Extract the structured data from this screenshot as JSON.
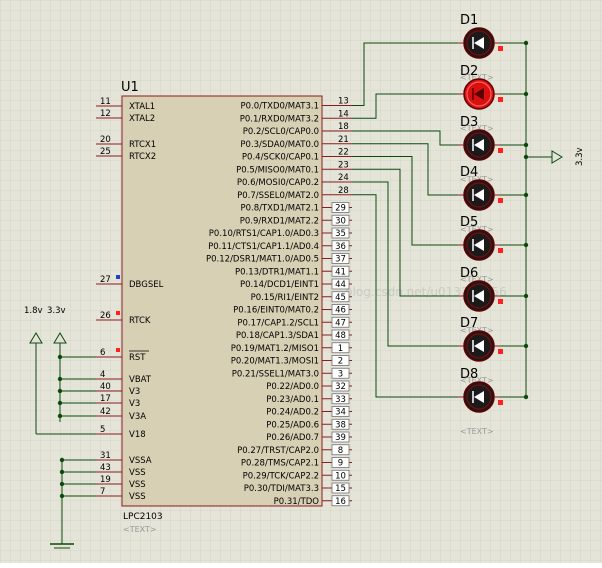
{
  "colors": {
    "background": "#e4e4d8",
    "grid": "#c8c8bc",
    "chip_fill": "#d8d0b4",
    "chip_border": "#8b1c1c",
    "pin_line": "#8b1c1c",
    "wire": "#0c4a0c",
    "led_off": "#1a1a1a",
    "led_on": "#d81010",
    "pin_marker": "#ff2020",
    "blue_marker": "#2040d0"
  },
  "chip": {
    "ref": "U1",
    "part": "LPC2103",
    "text_placeholder": "<TEXT>",
    "left_pins": [
      {
        "num": "11",
        "name": "XTAL1"
      },
      {
        "num": "12",
        "name": "XTAL2"
      },
      {
        "num": "20",
        "name": "RTCX1"
      },
      {
        "num": "25",
        "name": "RTCX2"
      },
      {
        "num": "27",
        "name": "DBGSEL"
      },
      {
        "num": "26",
        "name": "RTCK"
      },
      {
        "num": "6",
        "name": "RST"
      },
      {
        "num": "4",
        "name": "VBAT"
      },
      {
        "num": "40",
        "name": "V3"
      },
      {
        "num": "17",
        "name": "V3"
      },
      {
        "num": "42",
        "name": "V3A"
      },
      {
        "num": "5",
        "name": "V18"
      },
      {
        "num": "31",
        "name": "VSSA"
      },
      {
        "num": "43",
        "name": "VSS"
      },
      {
        "num": "19",
        "name": "VSS"
      },
      {
        "num": "7",
        "name": "VSS"
      }
    ],
    "right_pins": [
      {
        "num": "13",
        "name": "P0.0/TXD0/MAT3.1"
      },
      {
        "num": "14",
        "name": "P0.1/RXD0/MAT3.2"
      },
      {
        "num": "18",
        "name": "P0.2/SCL0/CAP0.0"
      },
      {
        "num": "21",
        "name": "P0.3/SDA0/MAT0.0"
      },
      {
        "num": "22",
        "name": "P0.4/SCK0/CAP0.1"
      },
      {
        "num": "23",
        "name": "P0.5/MISO0/MAT0.1"
      },
      {
        "num": "24",
        "name": "P0.6/MOSI0/CAP0.2"
      },
      {
        "num": "28",
        "name": "P0.7/SSEL0/MAT2.0"
      },
      {
        "num": "29",
        "name": "P0.8/TXD1/MAT2.1"
      },
      {
        "num": "30",
        "name": "P0.9/RXD1/MAT2.2"
      },
      {
        "num": "35",
        "name": "P0.10/RTS1/CAP1.0/AD0.3"
      },
      {
        "num": "36",
        "name": "P0.11/CTS1/CAP1.1/AD0.4"
      },
      {
        "num": "37",
        "name": "P0.12/DSR1/MAT1.0/AD0.5"
      },
      {
        "num": "41",
        "name": "P0.13/DTR1/MAT1.1"
      },
      {
        "num": "44",
        "name": "P0.14/DCD1/EINT1"
      },
      {
        "num": "45",
        "name": "P0.15/RI1/EINT2"
      },
      {
        "num": "46",
        "name": "P0.16/EINT0/MAT0.2"
      },
      {
        "num": "47",
        "name": "P0.17/CAP1.2/SCL1"
      },
      {
        "num": "48",
        "name": "P0.18/CAP1.3/SDA1"
      },
      {
        "num": "1",
        "name": "P0.19/MAT1.2/MISO1"
      },
      {
        "num": "2",
        "name": "P0.20/MAT1.3/MOSI1"
      },
      {
        "num": "3",
        "name": "P0.21/SSEL1/MAT3.0"
      },
      {
        "num": "32",
        "name": "P0.22/AD0.0"
      },
      {
        "num": "33",
        "name": "P0.23/AD0.1"
      },
      {
        "num": "34",
        "name": "P0.24/AD0.2"
      },
      {
        "num": "38",
        "name": "P0.25/AD0.6"
      },
      {
        "num": "39",
        "name": "P0.26/AD0.7"
      },
      {
        "num": "8",
        "name": "P0.27/TRST/CAP2.0"
      },
      {
        "num": "9",
        "name": "P0.28/TMS/CAP2.1"
      },
      {
        "num": "10",
        "name": "P0.29/TCK/CAP2.2"
      },
      {
        "num": "15",
        "name": "P0.30/TDI/MAT3.3"
      },
      {
        "num": "16",
        "name": "P0.31/TDO"
      }
    ]
  },
  "leds": [
    {
      "ref": "D1",
      "text": "<TEXT>",
      "lit": false
    },
    {
      "ref": "D2",
      "text": "<TEXT>",
      "lit": true
    },
    {
      "ref": "D3",
      "text": "<TEXT>",
      "lit": false
    },
    {
      "ref": "D4",
      "text": "<TEXT>",
      "lit": false
    },
    {
      "ref": "D5",
      "text": "<TEXT>",
      "lit": false
    },
    {
      "ref": "D6",
      "text": "<TEXT>",
      "lit": false
    },
    {
      "ref": "D7",
      "text": "<TEXT>",
      "lit": false
    },
    {
      "ref": "D8",
      "text": "<TEXT>",
      "lit": false
    }
  ],
  "power": {
    "left_labels": [
      "1.8v",
      "3.3v"
    ],
    "right_label": "3.3v"
  },
  "watermark": "blog.csdn.net/u013200056"
}
